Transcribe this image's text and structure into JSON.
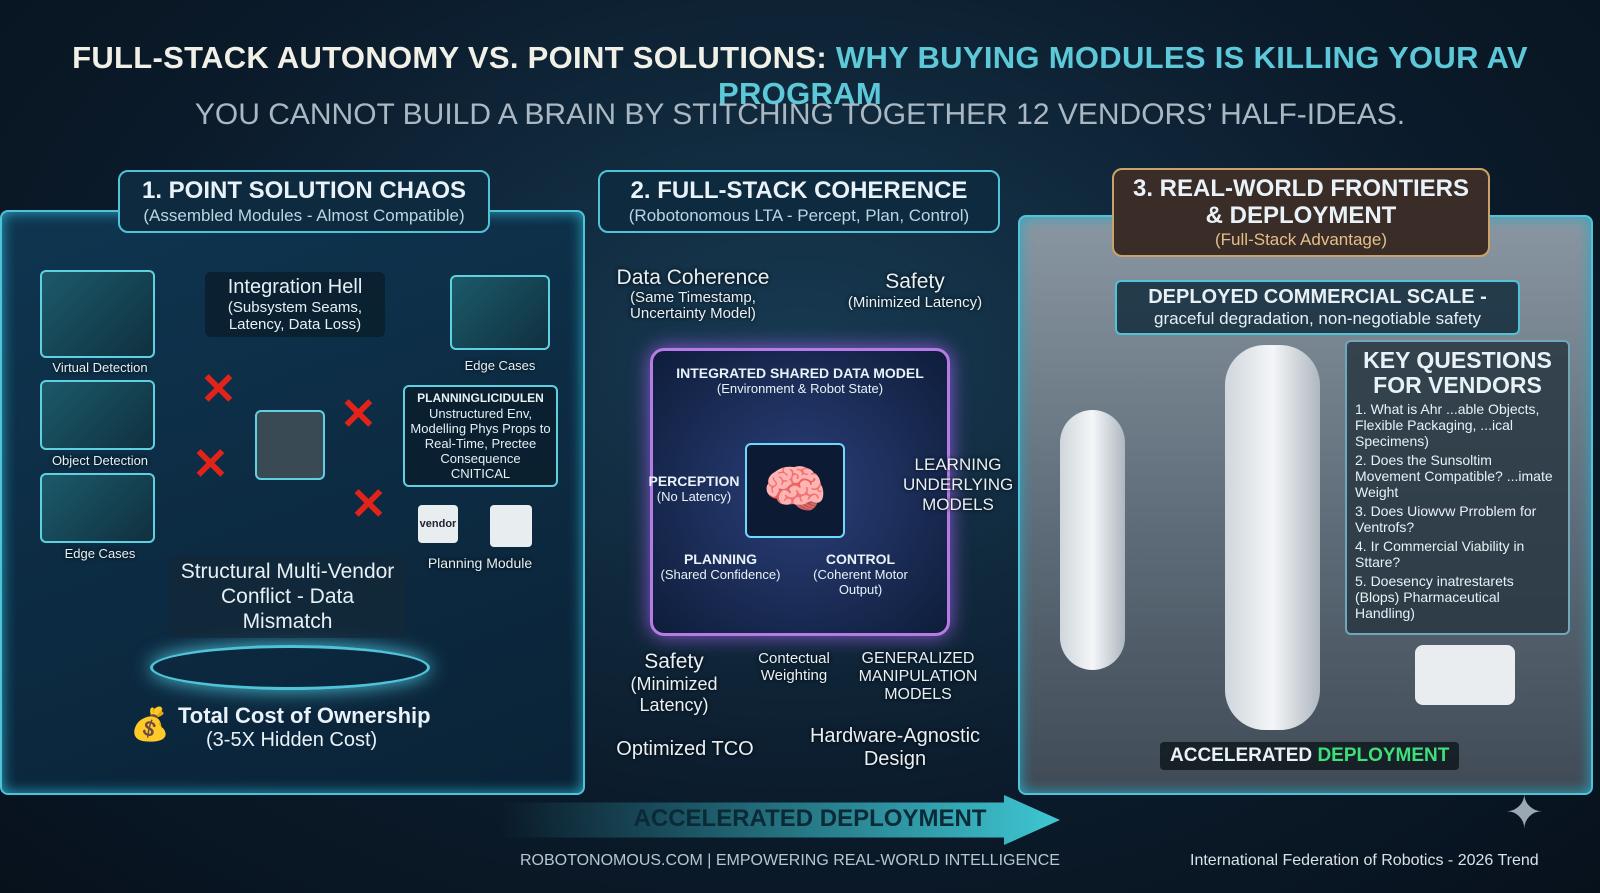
{
  "header": {
    "title_part1": "FULL-STACK AUTONOMY VS. POINT SOLUTIONS:",
    "title_part2": "WHY BUYING MODULES IS KILLING YOUR AV PROGRAM",
    "subtitle": "YOU CANNOT BUILD A BRAIN BY STITCHING TOGETHER 12 VENDORS’ HALF-IDEAS."
  },
  "section1": {
    "title": "1. POINT SOLUTION CHAOS",
    "subtitle": "(Assembled Modules - Almost Compatible)",
    "integration_title": "Integration Hell",
    "integration_detail": "(Subsystem Seams, Latency, Data Loss)",
    "tiles": [
      "Virtual Detection",
      "Object Detection",
      "Edge Cases",
      "Edge Cases",
      "Planning Module"
    ],
    "planning_header": "PLANNINGLICIDULEN",
    "planning_text": "Unstructured Env, Modelling Phys Props to Real-Time, Prectee Consequence CNITICAL",
    "vendor_label": "vendor",
    "conflict": "Structural Multi-Vendor Conflict - Data Mismatch",
    "tco_title": "Total Cost of Ownership",
    "tco_detail": "(3-5X Hidden Cost)",
    "tco_icon": "money-bag-icon"
  },
  "section2": {
    "title": "2. FULL-STACK COHERENCE",
    "subtitle": "(Robotonomous LTA - Percept, Plan, Control)",
    "data_coherence": "Data Coherence",
    "data_coherence_detail": "(Same Timestamp, Uncertainty Model)",
    "safety_top": "Safety",
    "safety_top_detail": "(Minimized Latency)",
    "chip_title": "INTEGRATED SHARED DATA MODEL",
    "chip_subtitle": "(Environment & Robot State)",
    "perception": "PERCEPTION",
    "perception_detail": "(No Latency)",
    "planning": "PLANNING",
    "planning_detail": "(Shared Confidence)",
    "control": "CONTROL",
    "control_detail": "(Coherent Motor Output)",
    "learning": "LEARNING UNDERLYING MODELS",
    "safety_bottom": "Safety",
    "safety_bottom_detail": "(Minimized Latency)",
    "contextual": "Contectual Weighting",
    "generalized": "GENERALIZED MANIPULATION MODELS",
    "tco": "Optimized TCO",
    "hardware": "Hardware-Agnostic Design"
  },
  "section3": {
    "title": "3. REAL-WORLD FRONTIERS & DEPLOYMENT",
    "subtitle": "(Full-Stack Advantage)",
    "deployed_title": "DEPLOYED COMMERCIAL SCALE -",
    "deployed_detail": "graceful degradation, non-negotiable safety",
    "questions_title": "KEY QUESTIONS FOR VENDORS",
    "questions": [
      "1. What is Ahr ...able Objects, Flexible Packaging, ...ical Specimens)",
      "2. Does the Sunsoltim Movement Compatible? ...imate Weight",
      "3. Does Uiowvw Prroblem for Ventrofs?",
      "4. Ir Commercial Viability in Sttare?",
      "5. Doesency inatrestarets (Blops) Pharmaceutical Handling)"
    ],
    "badge_part1": "ACCELERATED",
    "badge_part2": "DEPLOYMENT"
  },
  "bottom": {
    "arrow_label": "ACCELERATED DEPLOYMENT",
    "footer_left": "ROBOTONOMOUS.COM  |  EMPOWERING REAL-WORLD INTELLIGENCE",
    "footer_right": "International Federation of Robotics - 2026 Trend"
  },
  "colors": {
    "accent": "#5cc8d8",
    "error": "#e2231a",
    "highlight": "#3ee07a",
    "chip": "#b57ce6"
  }
}
